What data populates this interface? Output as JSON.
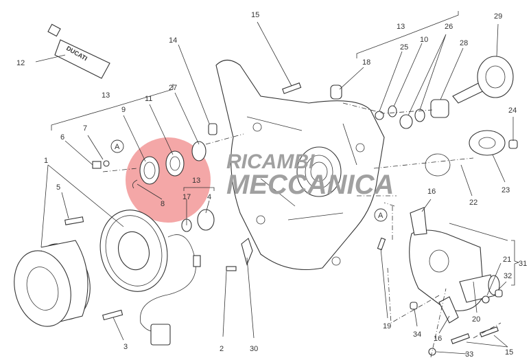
{
  "diagram": {
    "title": "Generator cover and water pump exploded view",
    "tube_brand": "DUCATI",
    "reference_marker": "A",
    "labels": {
      "p1": "1",
      "p2": "2",
      "p3": "3",
      "p4": "4",
      "p5": "5",
      "p6": "6",
      "p7": "7",
      "p8": "8",
      "p9": "9",
      "p10": "10",
      "p11": "11",
      "p12": "12",
      "p13a": "13",
      "p13b": "13",
      "p13c": "13",
      "p14": "14",
      "p15a": "15",
      "p15b": "15",
      "p16a": "16",
      "p16b": "16",
      "p17": "17",
      "p18": "18",
      "p19": "19",
      "p20": "20",
      "p21": "21",
      "p22": "22",
      "p23": "23",
      "p24": "24",
      "p25": "25",
      "p26": "26",
      "p27": "27",
      "p28": "28",
      "p29": "29",
      "p30": "30",
      "p31": "31",
      "p32": "32",
      "p33": "33",
      "p34": "34"
    }
  }
}
